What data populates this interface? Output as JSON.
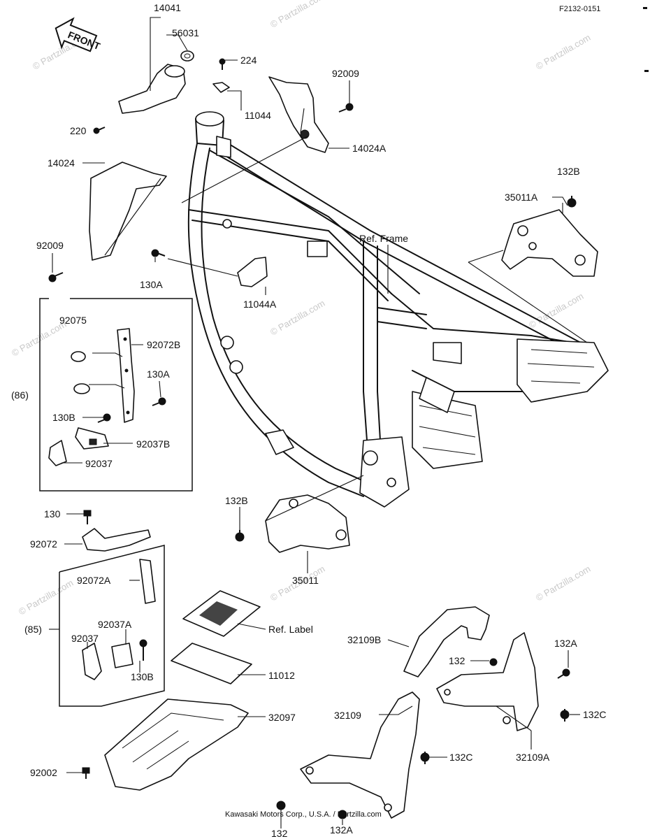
{
  "diagram_code": "F2132-0151",
  "front_arrow_label": "FRONT",
  "watermark": "© Partzilla.com",
  "footer_copyright": "Kawasaki Motors Corp., U.S.A. / Partzilla.com",
  "callouts": {
    "p14041": "14041",
    "p56031": "56031",
    "p224": "224",
    "p92009_top": "92009",
    "p11044": "11044",
    "p220": "220",
    "p14024A": "14024A",
    "p14024": "14024",
    "p132B_top": "132B",
    "p35011A": "35011A",
    "ref_frame": "Ref. Frame",
    "p92009_left": "92009",
    "p130A_top": "130A",
    "p11044A": "11044A",
    "p92075": "92075",
    "p92072B": "92072B",
    "kit86": "(86)",
    "p130A_box": "130A",
    "p130B_box86": "130B",
    "p92037B": "92037B",
    "p92037_box86": "92037",
    "p132B_mid": "132B",
    "p130": "130",
    "p92072": "92072",
    "p35011": "35011",
    "p92072A": "92072A",
    "kit85": "(85)",
    "p92037A": "92037A",
    "p92037_box85": "92037",
    "p130B_box85": "130B",
    "ref_label": "Ref. Label",
    "p11012": "11012",
    "p32097": "32097",
    "p92002": "92002",
    "p32109B": "32109B",
    "p132_right": "132",
    "p132A_right": "132A",
    "p132C_right": "132C",
    "p32109": "32109",
    "p132C_mid": "132C",
    "p32109A": "32109A",
    "p132_bottom": "132",
    "p132A_bottom": "132A"
  }
}
